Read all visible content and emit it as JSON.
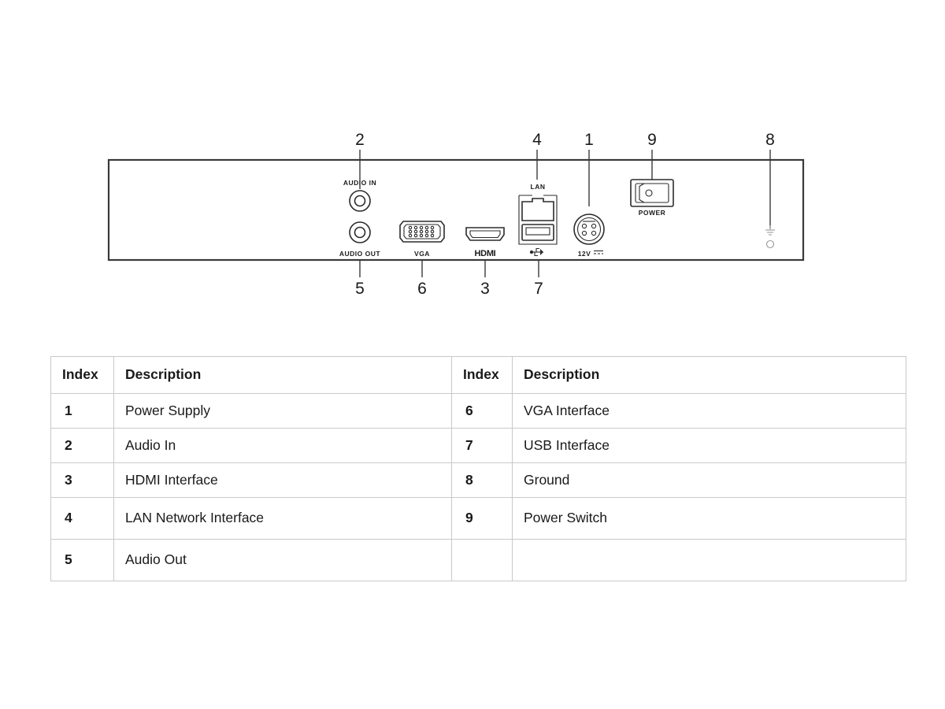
{
  "diagram": {
    "title": "NVR rear panel interface diagram",
    "panel": {
      "device": "rear-panel"
    },
    "callouts": [
      {
        "id": "2",
        "number": "2",
        "position": "top",
        "target": "audio-in"
      },
      {
        "id": "4",
        "number": "4",
        "position": "top",
        "target": "lan"
      },
      {
        "id": "1",
        "number": "1",
        "position": "top",
        "target": "power-supply"
      },
      {
        "id": "9",
        "number": "9",
        "position": "top",
        "target": "power-switch"
      },
      {
        "id": "8",
        "number": "8",
        "position": "top",
        "target": "ground"
      },
      {
        "id": "5",
        "number": "5",
        "position": "bottom",
        "target": "audio-out"
      },
      {
        "id": "6",
        "number": "6",
        "position": "bottom",
        "target": "vga"
      },
      {
        "id": "3",
        "number": "3",
        "position": "bottom",
        "target": "hdmi"
      },
      {
        "id": "7",
        "number": "7",
        "position": "bottom",
        "target": "usb"
      }
    ],
    "port_labels": {
      "audio_in": "AUDIO IN",
      "audio_out": "AUDIO OUT",
      "vga": "VGA",
      "hdmi": "HDMI",
      "lan": "LAN",
      "usb": "usb-trident-icon",
      "power_supply": "12V",
      "power_switch": "POWER",
      "ground": "ground-icon"
    }
  },
  "table": {
    "headers": {
      "index": "Index",
      "description": "Description"
    },
    "rows": [
      {
        "left_index": "1",
        "left_desc": "Power Supply",
        "right_index": "6",
        "right_desc": "VGA Interface"
      },
      {
        "left_index": "2",
        "left_desc": "Audio In",
        "right_index": "7",
        "right_desc": "USB Interface"
      },
      {
        "left_index": "3",
        "left_desc": "HDMI Interface",
        "right_index": "8",
        "right_desc": "Ground"
      },
      {
        "left_index": "4",
        "left_desc": "LAN Network Interface",
        "right_index": "9",
        "right_desc": "Power Switch"
      },
      {
        "left_index": "5",
        "left_desc": "Audio Out",
        "right_index": "",
        "right_desc": ""
      }
    ]
  },
  "colors": {
    "ink": "#2b2b2b",
    "panel_edge": "#3a3a3a",
    "table_border": "#c9c9c9",
    "background": "#ffffff",
    "faint": "#9a9a9a"
  }
}
